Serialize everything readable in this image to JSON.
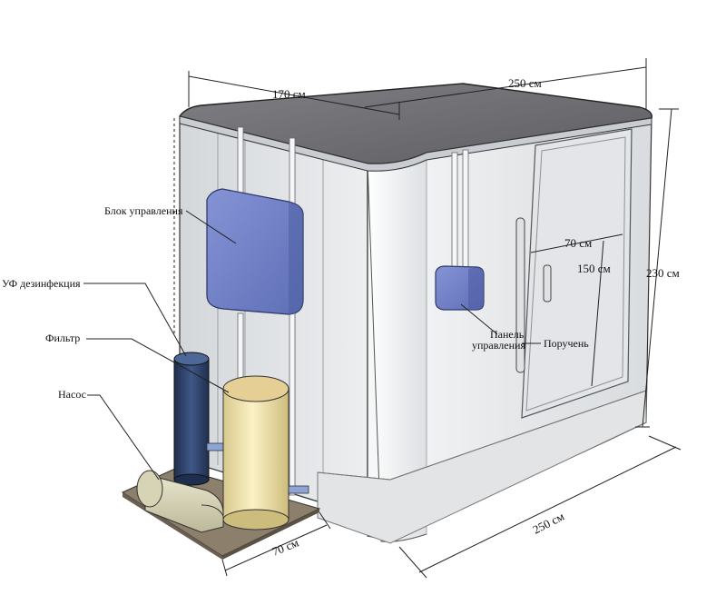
{
  "labels": {
    "control_unit": "Блок управления",
    "uv": "УФ дезинфекция",
    "filter": "Фильтр",
    "pump": "Насос",
    "panel_line1": "Панель",
    "panel_line2": "управления",
    "handrail": "Поручень"
  },
  "dimensions": {
    "depth_top": "170 см",
    "width_top": "250 см",
    "height": "230 см",
    "door_width": "70 см",
    "door_height": "150 см",
    "width_bottom": "250 см",
    "platform": "70 см"
  },
  "colors": {
    "roof": "#6e6e72",
    "wall": "#e9ebee",
    "unit_blue": "#7585c8",
    "filter_navy": "#2b3f66",
    "tank": "#f1e4a8",
    "platform": "#8c7f6c"
  }
}
